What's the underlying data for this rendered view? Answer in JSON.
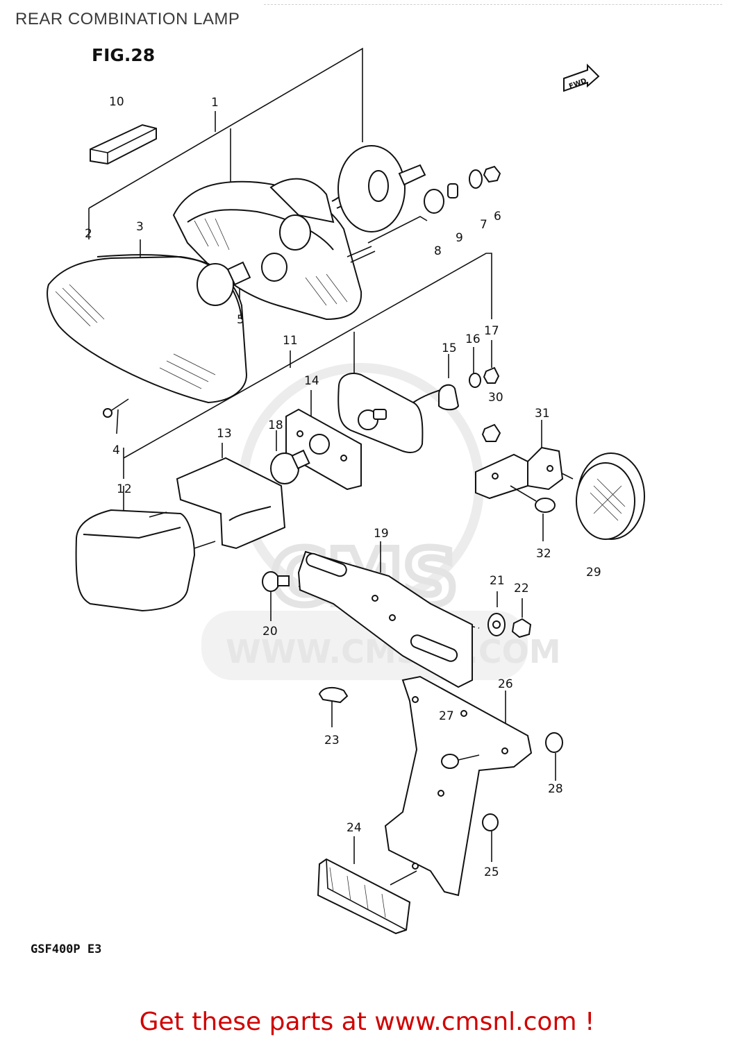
{
  "header": {
    "title": "REAR COMBINATION LAMP"
  },
  "figure": {
    "label": "FIG.28",
    "fwd_label": "FWD",
    "model_code": "GSF400P  E3"
  },
  "watermark": {
    "logo": "CMS",
    "url": "WWW.CMSNL.COM"
  },
  "callouts": [
    "1",
    "2",
    "3",
    "4",
    "5",
    "6",
    "7",
    "8",
    "9",
    "10",
    "11",
    "12",
    "13",
    "14",
    "15",
    "16",
    "17",
    "18",
    "19",
    "20",
    "21",
    "22",
    "23",
    "24",
    "25",
    "26",
    "27",
    "28",
    "29",
    "30",
    "31",
    "32"
  ],
  "footer": {
    "cta": "Get these parts at www.cmsnl.com !"
  }
}
